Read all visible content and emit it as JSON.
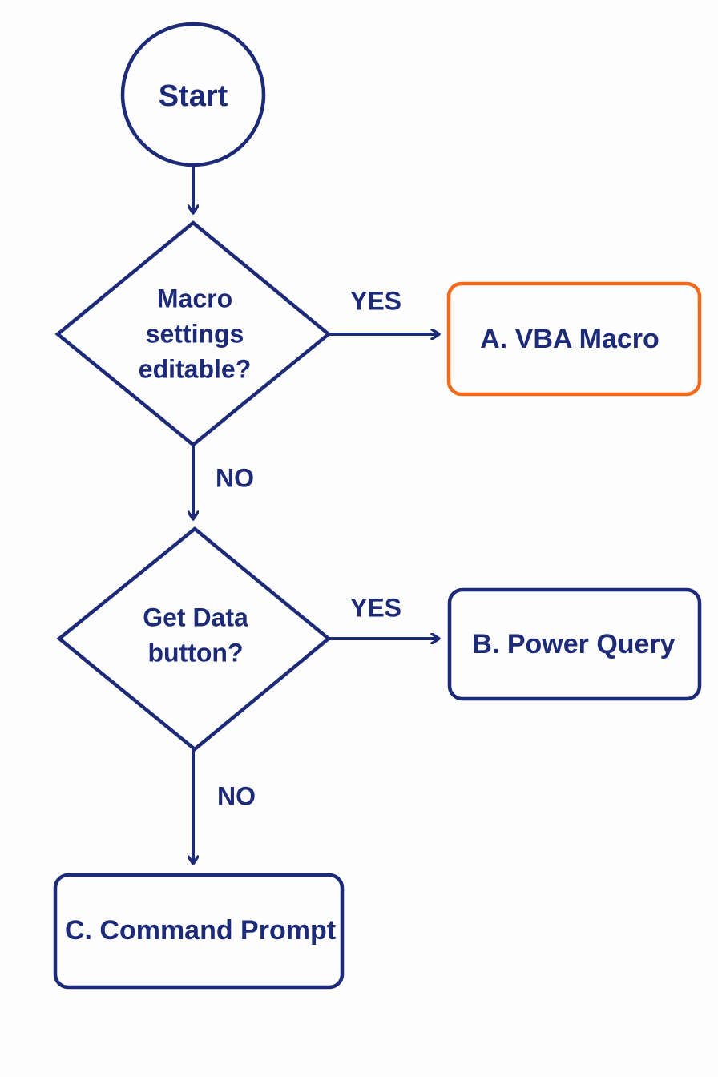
{
  "colors": {
    "primary": "#1c2a78",
    "highlight": "#f26a1b",
    "background": "#fdfdfd"
  },
  "nodes": {
    "start": {
      "label": "Start"
    },
    "decision_macro": {
      "lines": [
        "Macro",
        "settings",
        "editable?"
      ]
    },
    "decision_getdata": {
      "lines": [
        "Get Data",
        "button?"
      ]
    },
    "option_a": {
      "label": "A. VBA Macro",
      "highlighted": true
    },
    "option_b": {
      "label": "B. Power Query",
      "highlighted": false
    },
    "option_c": {
      "label": "C. Command Prompt",
      "highlighted": false
    }
  },
  "edges": {
    "macro_yes": "YES",
    "macro_no": "NO",
    "getdata_yes": "YES",
    "getdata_no": "NO"
  }
}
